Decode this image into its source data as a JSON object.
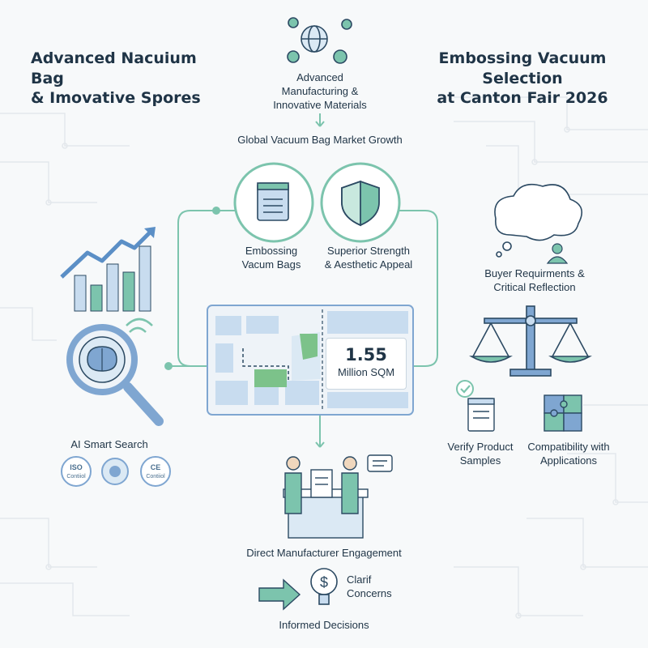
{
  "title_left": "Advanced Nacuium Bag\n& Imovative Spores",
  "title_right": "Embossing Vacuum Selection\nat Canton Fair 2026",
  "top_node": "Advanced\nManufacturing &\nInnovative Materials",
  "market_growth": "Global Vacuum Bag Market Growth",
  "embossing_label": "Embossing\nVacum Bags",
  "strength_label": "Superior Strength\n& Aesthetic Appeal",
  "stat": {
    "value": "1.55",
    "unit": "Million SQM"
  },
  "buyer_label": "Buyer Requirments &\nCritical Reflection",
  "verify_label": "Verify Product\nSamples",
  "compat_label": "Compatibility with\nApplications",
  "ai_label": "AI Smart Search",
  "badges": {
    "iso_top": "ISO",
    "iso_bottom": "Contiiol",
    "ce_top": "CE",
    "ce_bottom": "Contiiol"
  },
  "engagement_label": "Direct Manufacturer Engagement",
  "clarify_label": "Clarif\nConcerns",
  "decisions_label": "Informed Decisions",
  "colors": {
    "navy": "#1f3446",
    "teal": "#7cc4ad",
    "blue": "#7fa6d1",
    "light_blue": "#c8dcef",
    "green": "#7cc28a"
  }
}
